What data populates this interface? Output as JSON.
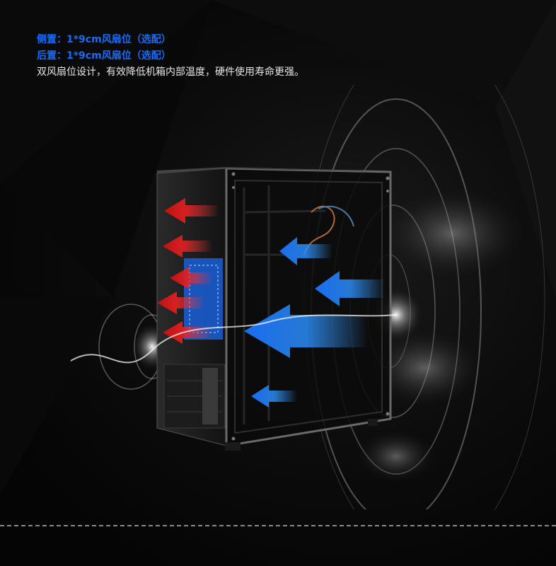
{
  "heading": {
    "side_fan": "侧置：1*9cm风扇位（选配）",
    "rear_fan": "后置：1*9cm风扇位（选配）",
    "description": "双风扇位设计，有效降低机箱内部温度，硬件使用寿命更强。"
  },
  "colors": {
    "accent_blue": "#1a6cf2",
    "hot_red": "#e02020",
    "cool_blue": "#1e82f0",
    "background": "#050505"
  },
  "icons": {
    "case": "computer-case-illustration",
    "fan_rings": "fan-airflow-rings",
    "smoke": "airflow-smoke"
  }
}
